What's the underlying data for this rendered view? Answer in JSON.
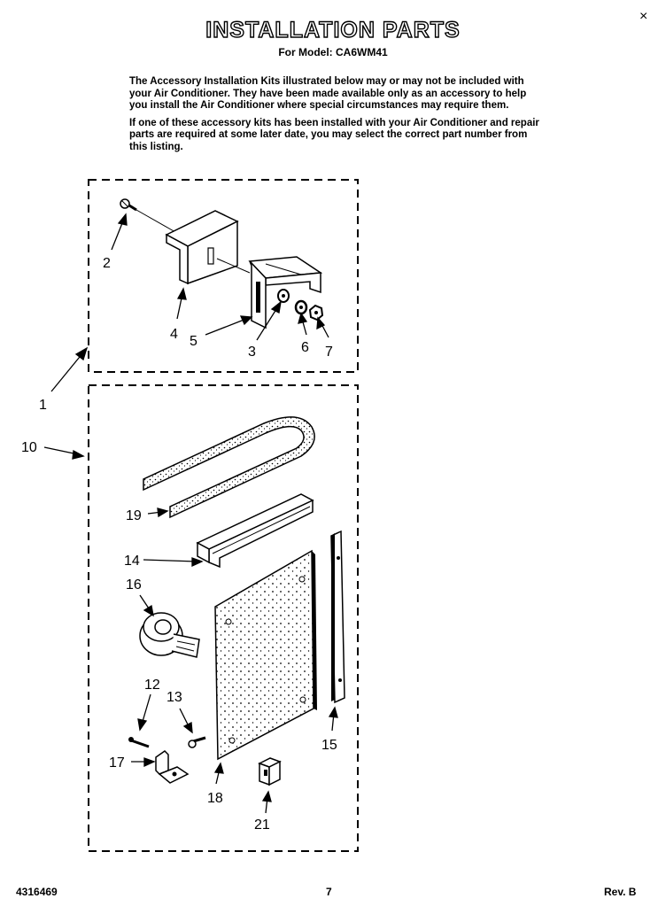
{
  "header": {
    "title": "INSTALLATION PARTS",
    "subtitle": "For Model: CA6WM41"
  },
  "intro": {
    "paragraph_1": "The Accessory Installation Kits illustrated below may or may not be included with your Air Conditioner. They have been made available only as an accessory to help you install the Air Conditioner where special circumstances may require them.",
    "paragraph_2": "If one of these accessory kits has been installed with your Air Conditioner and repair parts are required at some later date, you may select the correct part number from this listing."
  },
  "callouts": {
    "c1": "1",
    "c2": "2",
    "c3": "3",
    "c4": "4",
    "c5": "5",
    "c6": "6",
    "c7": "7",
    "c10": "10",
    "c12": "12",
    "c13": "13",
    "c14": "14",
    "c15": "15",
    "c16": "16",
    "c17": "17",
    "c18": "18",
    "c19": "19",
    "c21": "21"
  },
  "footer": {
    "doc_number": "4316469",
    "page_number": "7",
    "revision": "Rev. B"
  },
  "corner_mark": "×"
}
